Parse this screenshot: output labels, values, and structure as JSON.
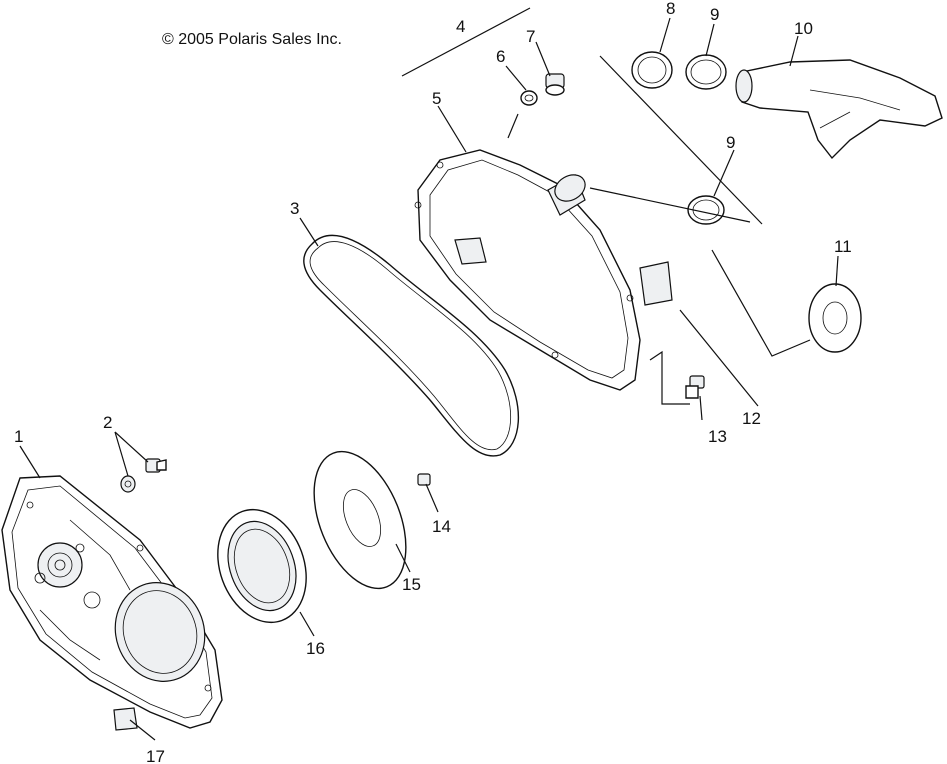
{
  "copyright": "© 2005 Polaris Sales Inc.",
  "callouts": [
    "1",
    "2",
    "3",
    "4",
    "5",
    "6",
    "7",
    "8",
    "9",
    "9",
    "10",
    "11",
    "12",
    "13",
    "14",
    "15",
    "16",
    "17"
  ]
}
